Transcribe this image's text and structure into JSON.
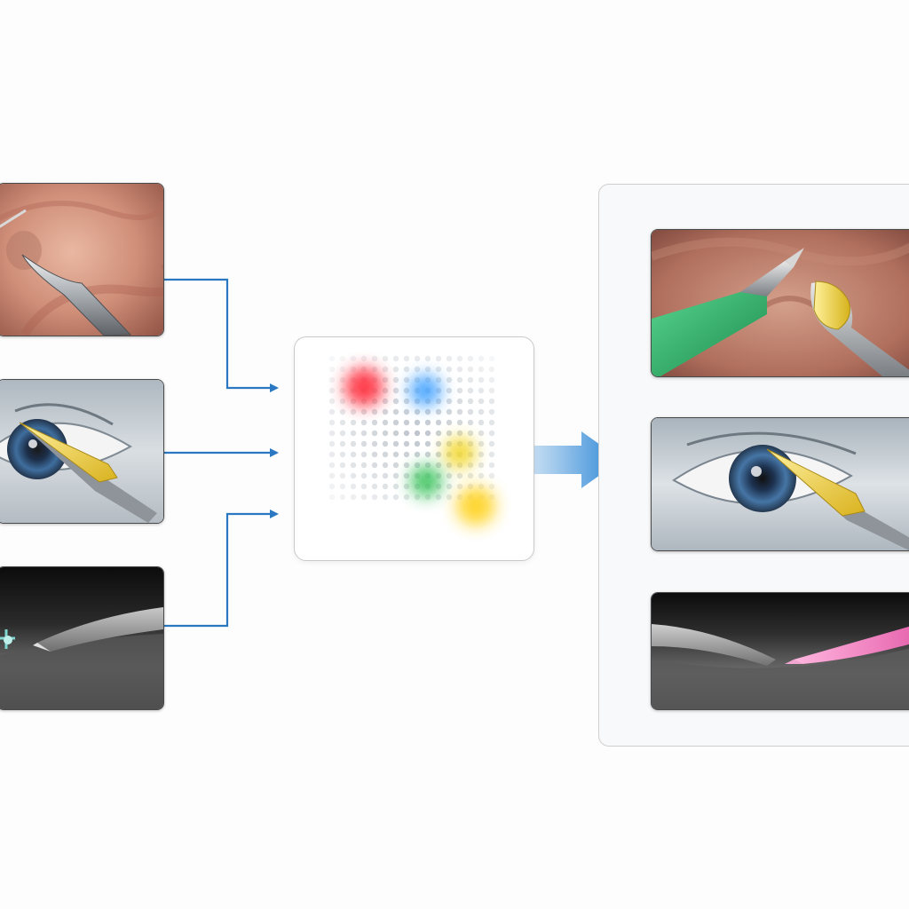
{
  "diagram": {
    "accent_color": "#2a78c2",
    "inputs": [
      {
        "icon": "endoscopy-tissue-image",
        "tool_color": "#9aa0a6"
      },
      {
        "icon": "eye-surgery-image",
        "tool_color": "#e6c52a"
      },
      {
        "icon": "oct-scan-image",
        "tool_color": "#b8c2c8"
      }
    ],
    "fusion": {
      "icon": "dot-grid-fusion-icon",
      "blob_colors": [
        "#ff2b3a",
        "#3fa0ff",
        "#f2d72a",
        "#39c25a",
        "#ffd21f"
      ]
    },
    "outputs": [
      {
        "icon": "endoscopy-tissue-annotated-image",
        "tool_colors": [
          "#2fb36b",
          "#e8c726"
        ]
      },
      {
        "icon": "eye-surgery-annotated-image",
        "tool_colors": [
          "#e6c52a"
        ]
      },
      {
        "icon": "oct-scan-annotated-image",
        "tool_colors": [
          "#f07bc2"
        ]
      }
    ]
  }
}
